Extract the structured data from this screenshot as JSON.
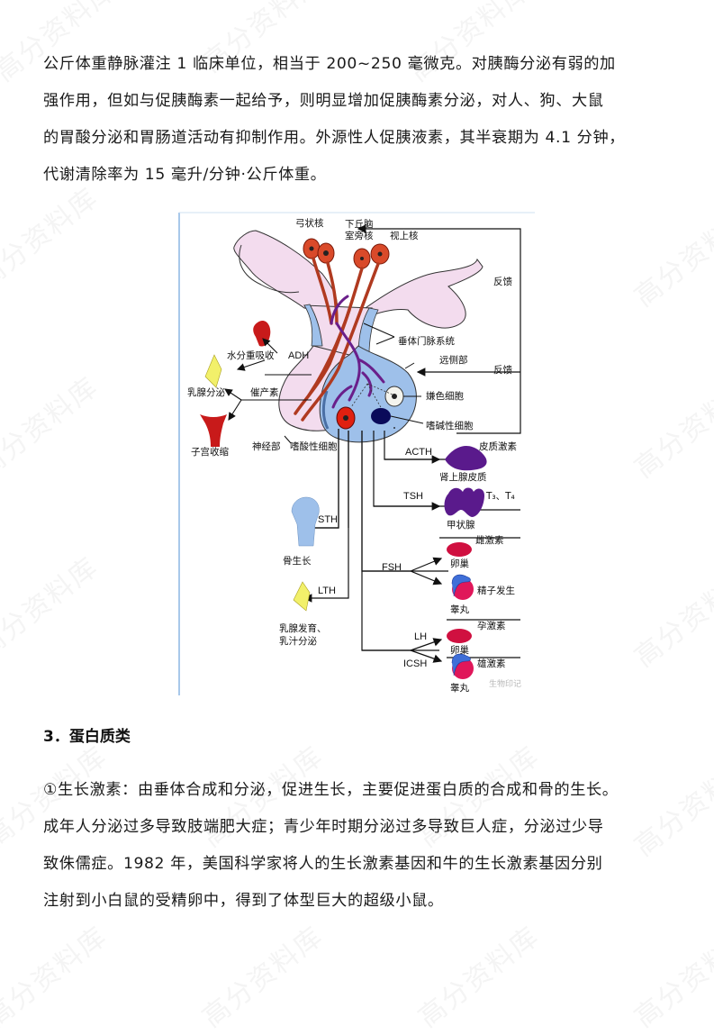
{
  "paragraph1": {
    "lines": [
      "公斤体重静脉灌注 1 临床单位，相当于 200~250 毫微克。对胰酶分泌有弱的加",
      "强作用，但如与促胰酶素一起给予，则明显增加促胰酶素分泌，对人、狗、大鼠",
      "的胃酸分泌和胃肠道活动有抑制作用。外源性人促胰液素，其半衰期为 4.1 分钟，",
      "代谢清除率为 15 毫升/分钟·公斤体重。"
    ]
  },
  "figure": {
    "labels": {
      "arcuate": "弓状核",
      "hypothalamus": "下丘脑",
      "paraventricular": "室旁核",
      "supraoptic": "视上核",
      "feedback_top": "反馈",
      "feedback_mid": "反馈",
      "portal_system": "垂体门脉系统",
      "pars_distalis": "远侧部",
      "water_reabsorption": "水分重吸收",
      "adh": "ADH",
      "milk_secretion": "乳腺分泌",
      "oxytocin": "催产素",
      "uterine_contraction": "子宫收缩",
      "pars_nervosa": "神经部",
      "acidophil": "嗜酸性细胞",
      "chromophobe": "嫌色细胞",
      "basophil": "嗜碱性细胞",
      "acth": "ACTH",
      "corticoid": "皮质激素",
      "adrenal_cortex": "肾上腺皮质",
      "tsh": "TSH",
      "t3t4": "T₃、T₄",
      "thyroid": "甲状腺",
      "sth": "STH",
      "bone_growth": "骨生长",
      "estrogen": "雌激素",
      "ovary1": "卵巢",
      "fsh": "FSH",
      "spermatogenesis": "精子发生",
      "testis1": "睾丸",
      "lth": "LTH",
      "breast_dev_1": "乳腺发育、",
      "breast_dev_2": "乳汁分泌",
      "progesterone": "孕激素",
      "lh": "LH",
      "ovary2": "卵巢",
      "icsh": "ICSH",
      "androgen": "雄激素",
      "testis2": "睾丸",
      "credit": "生物印记"
    },
    "colors": {
      "hypothalamus_pink": "#f3dcee",
      "pituitary_blue": "#9ec0ea",
      "neuron_red": "#d94a2a",
      "portal_purple": "#6a1f8a",
      "adrenal_purple": "#5a1a8c",
      "gonad_pink": "#e0175a",
      "epididymis_blue": "#3f6fd8",
      "breast_yellow": "#f2f06a",
      "kidney_red": "#c81a1a",
      "frame_blue": "#a8c8ea"
    }
  },
  "section3": {
    "heading": "3．蛋白质类"
  },
  "paragraph2": {
    "lines": [
      "①生长激素：由垂体合成和分泌，促进生长，主要促进蛋白质的合成和骨的生长。",
      "成年人分泌过多导致肢端肥大症；青少年时期分泌过多导致巨人症，分泌过少导",
      "致侏儒症。1982 年，美国科学家将人的生长激素基因和牛的生长激素基因分别",
      "注射到小白鼠的受精卵中，得到了体型巨大的超级小鼠。"
    ]
  },
  "watermark": {
    "text": "高分资料库"
  }
}
